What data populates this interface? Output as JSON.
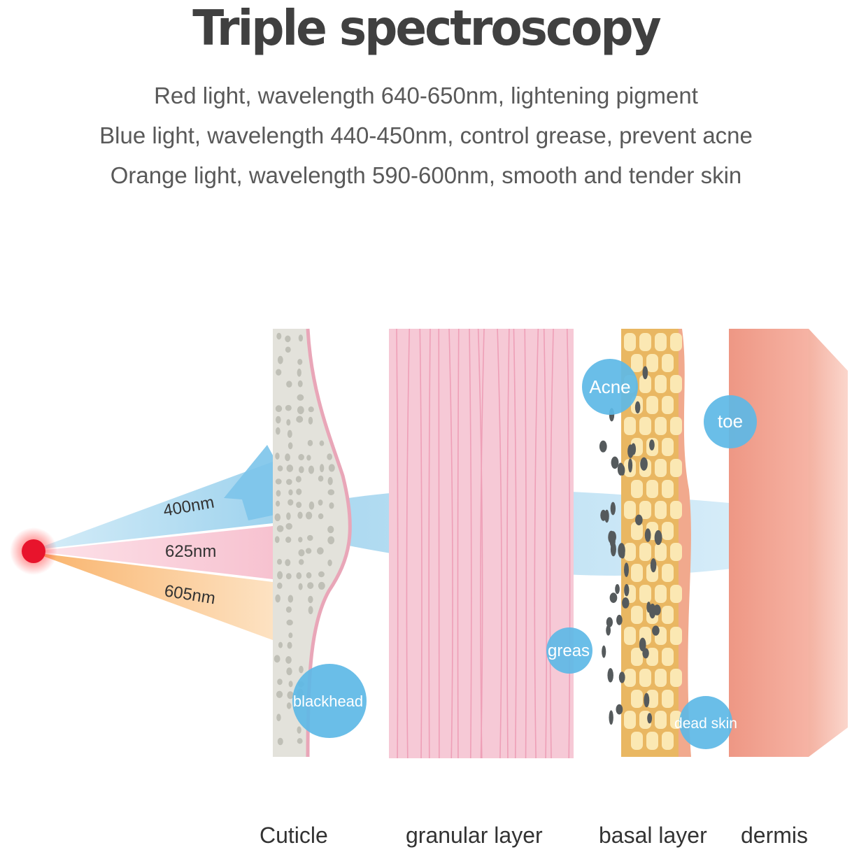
{
  "title": "Triple spectroscopy",
  "descriptions": [
    "Red light, wavelength 640-650nm, lightening pigment",
    "Blue light, wavelength 440-450nm, control grease, prevent acne",
    "Orange light, wavelength 590-600nm, smooth and tender skin"
  ],
  "beams": [
    {
      "label": "400nm",
      "color": "#a9d8f0"
    },
    {
      "label": "625nm",
      "color": "#f9c6d3"
    },
    {
      "label": "605nm",
      "color": "#f8b878"
    }
  ],
  "bubbles": {
    "acne": "Acne",
    "toe": "toe",
    "grease": "greas",
    "blackhead": "blackhead",
    "dead_skin": "dead skin"
  },
  "layers": [
    "Cuticle",
    "granular layer",
    "basal layer",
    "dermis"
  ],
  "colors": {
    "light_source": "#e8142c",
    "cuticle": "#e2e1da",
    "granular": "#f6c9d6",
    "basal": "#f3cd8a",
    "dermis": "#ef9f8c",
    "bubble": "#5db8e6"
  }
}
